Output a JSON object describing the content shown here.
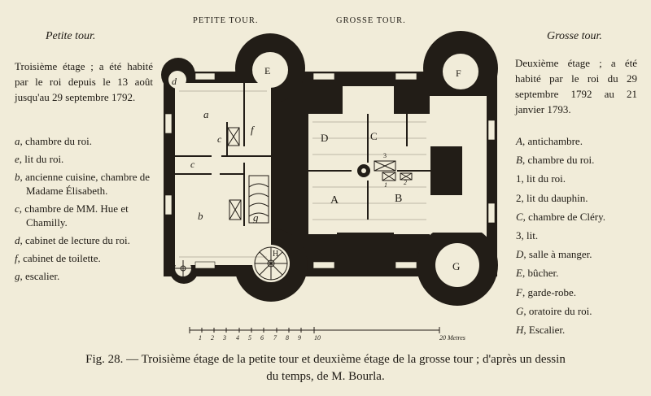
{
  "header": {
    "petite_tour_caps": "PETITE TOUR.",
    "grosse_tour_caps": "GROSSE TOUR."
  },
  "left": {
    "title": "Petite tour.",
    "description": "Troisième étage ; a été habité par le roi depuis le 13 août jusqu'au 29 septembre 1792.",
    "legend": [
      {
        "key": "a",
        "text": "chambre du roi."
      },
      {
        "key": "e",
        "text": "lit du roi."
      },
      {
        "key": "b",
        "text": "ancienne cuisine, chambre de Madame Élisabeth."
      },
      {
        "key": "c",
        "text": "chambre de MM. Hue et Chamilly."
      },
      {
        "key": "d",
        "text": "cabinet de lecture du roi."
      },
      {
        "key": "f",
        "text": "cabinet de toilette."
      },
      {
        "key": "g",
        "text": "escalier."
      }
    ]
  },
  "right": {
    "title": "Grosse tour.",
    "description": "Deuxième étage ; a été habité par le roi du 29 septembre 1792 au 21 janvier 1793.",
    "legend": [
      {
        "key": "A",
        "text": "antichambre."
      },
      {
        "key": "B",
        "text": "chambre du roi."
      },
      {
        "key": "1",
        "text": "lit du roi."
      },
      {
        "key": "2",
        "text": "lit du dauphin."
      },
      {
        "key": "C",
        "text": "chambre de Cléry."
      },
      {
        "key": "3",
        "text": "lit."
      },
      {
        "key": "D",
        "text": "salle à manger."
      },
      {
        "key": "E",
        "text": "bûcher."
      },
      {
        "key": "F",
        "text": "garde-robe."
      },
      {
        "key": "G",
        "text": "oratoire du roi."
      },
      {
        "key": "H",
        "text": "Escalier."
      }
    ]
  },
  "plan": {
    "labels": {
      "a": "a",
      "b": "b",
      "c1": "c",
      "c2": "c",
      "d": "d",
      "f": "f",
      "g": "g",
      "A": "A",
      "B": "B",
      "C": "C",
      "D": "D",
      "E": "E",
      "F": "F",
      "G": "G",
      "H": "H",
      "n1": "1",
      "n2": "2",
      "n3": "3"
    },
    "scale": {
      "ticks": [
        "1",
        "2",
        "3",
        "4",
        "5",
        "6",
        "7",
        "8",
        "9",
        "10"
      ],
      "end": "20 Metres"
    }
  },
  "caption": {
    "line1": "Fig. 28. — Troisième étage de la petite tour et deuxième étage de la grosse tour ; d'après un dessin",
    "line2": "du temps, de M. Bourla."
  }
}
